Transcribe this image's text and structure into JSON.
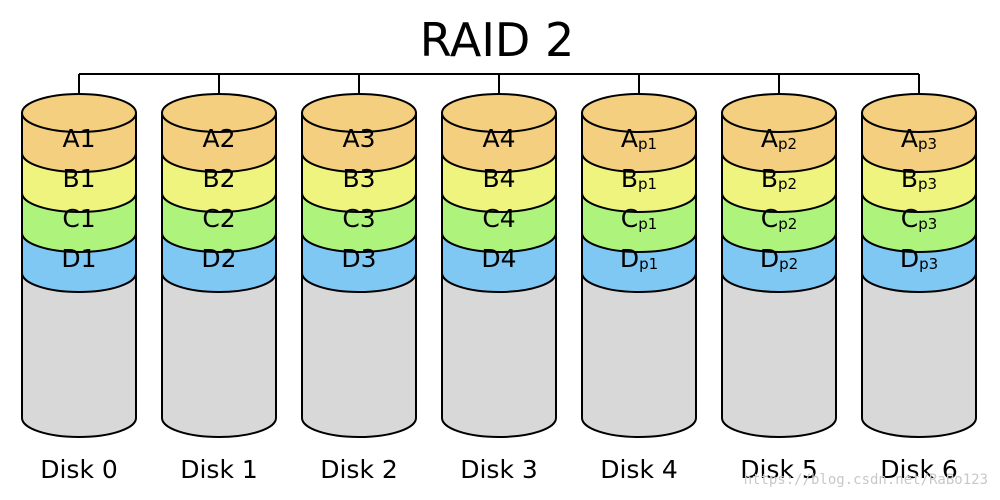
{
  "title": "RAID 2",
  "colors": {
    "A": "#f4cf7f",
    "B": "#eef47e",
    "C": "#aef47c",
    "D": "#7fc8f4",
    "empty": "#d8d8d8",
    "stroke": "#000000"
  },
  "disks": [
    {
      "label": "Disk 0",
      "blocks": [
        {
          "main": "A1",
          "sub": ""
        },
        {
          "main": "B1",
          "sub": ""
        },
        {
          "main": "C1",
          "sub": ""
        },
        {
          "main": "D1",
          "sub": ""
        }
      ]
    },
    {
      "label": "Disk 1",
      "blocks": [
        {
          "main": "A2",
          "sub": ""
        },
        {
          "main": "B2",
          "sub": ""
        },
        {
          "main": "C2",
          "sub": ""
        },
        {
          "main": "D2",
          "sub": ""
        }
      ]
    },
    {
      "label": "Disk 2",
      "blocks": [
        {
          "main": "A3",
          "sub": ""
        },
        {
          "main": "B3",
          "sub": ""
        },
        {
          "main": "C3",
          "sub": ""
        },
        {
          "main": "D3",
          "sub": ""
        }
      ]
    },
    {
      "label": "Disk 3",
      "blocks": [
        {
          "main": "A4",
          "sub": ""
        },
        {
          "main": "B4",
          "sub": ""
        },
        {
          "main": "C4",
          "sub": ""
        },
        {
          "main": "D4",
          "sub": ""
        }
      ]
    },
    {
      "label": "Disk 4",
      "blocks": [
        {
          "main": "A",
          "sub": "p1"
        },
        {
          "main": "B",
          "sub": "p1"
        },
        {
          "main": "C",
          "sub": "p1"
        },
        {
          "main": "D",
          "sub": "p1"
        }
      ]
    },
    {
      "label": "Disk 5",
      "blocks": [
        {
          "main": "A",
          "sub": "p2"
        },
        {
          "main": "B",
          "sub": "p2"
        },
        {
          "main": "C",
          "sub": "p2"
        },
        {
          "main": "D",
          "sub": "p2"
        }
      ]
    },
    {
      "label": "Disk 6",
      "blocks": [
        {
          "main": "A",
          "sub": "p3"
        },
        {
          "main": "B",
          "sub": "p3"
        },
        {
          "main": "C",
          "sub": "p3"
        },
        {
          "main": "D",
          "sub": "p3"
        }
      ]
    }
  ],
  "watermark": "https://blog.csdn.net/RaBo123"
}
